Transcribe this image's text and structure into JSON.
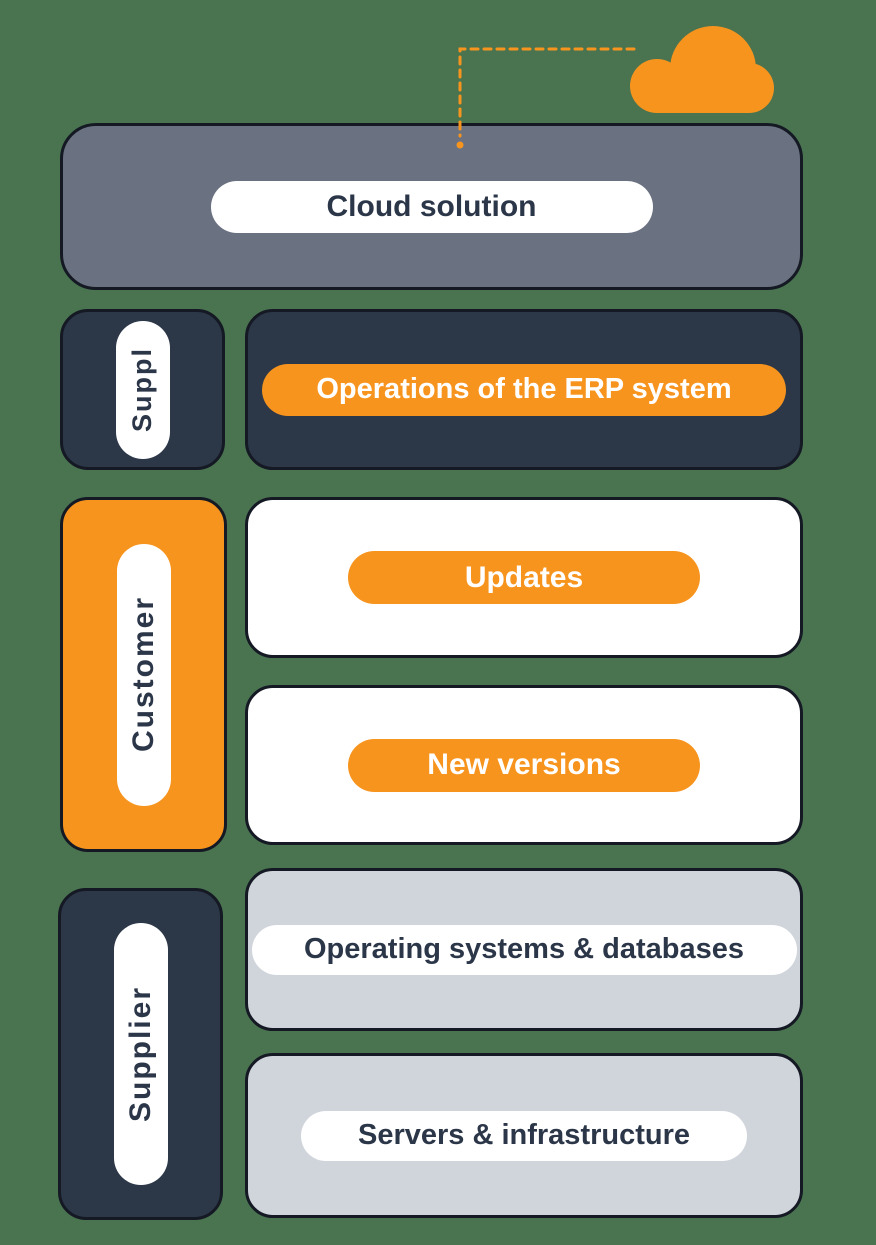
{
  "palette": {
    "background": "#4A7350",
    "orange": "#F7941E",
    "navy": "#2C3748",
    "slate": "#6A7181",
    "light_gray": "#D0D5DC",
    "outline": "#141924",
    "text_dark": "#2B3648",
    "text_light": "#FFFFFF"
  },
  "icons": {
    "cloud": "cloud-icon",
    "connector": "dashed-connector"
  },
  "diagram": {
    "cloud_solution": {
      "label": "Cloud solution"
    },
    "supplier_top": {
      "side_label": "Suppl",
      "box_label": "Operations of the ERP system"
    },
    "customer": {
      "side_label": "Customer",
      "boxes": [
        "Updates",
        "New versions"
      ]
    },
    "supplier_bottom": {
      "side_label": "Supplier",
      "boxes": [
        "Operating systems & databases",
        "Servers & infrastructure"
      ]
    }
  }
}
